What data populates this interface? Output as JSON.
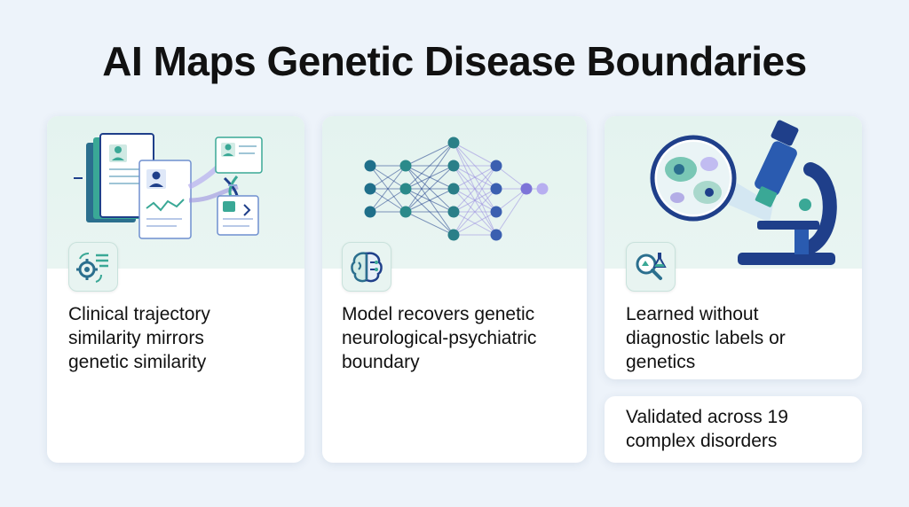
{
  "title": "AI Maps Genetic Disease Boundaries",
  "colors": {
    "background": "#edf3fa",
    "card": "#ffffff",
    "illustration_bg": "#e4f3ef",
    "teal": "#3aa896",
    "navy": "#1f3f8a",
    "purple": "#9b8fe0"
  },
  "cards": [
    {
      "text": "Clinical trajectory\nsimilarity mirrors\ngenetic similarity",
      "illustration": "patient-records-dna-illustration",
      "icon": "gear-checklist-icon"
    },
    {
      "text": "Model recovers genetic\nneurological-psychiatric\nboundary",
      "illustration": "neural-network-illustration",
      "icon": "brain-circuit-icon"
    },
    {
      "text": "Learned without\ndiagnostic labels or\ngenetics",
      "illustration": "microscope-cells-illustration",
      "icon": "magnifier-flask-icon"
    },
    {
      "text": "Validated across 19\ncomplex disorders"
    }
  ]
}
